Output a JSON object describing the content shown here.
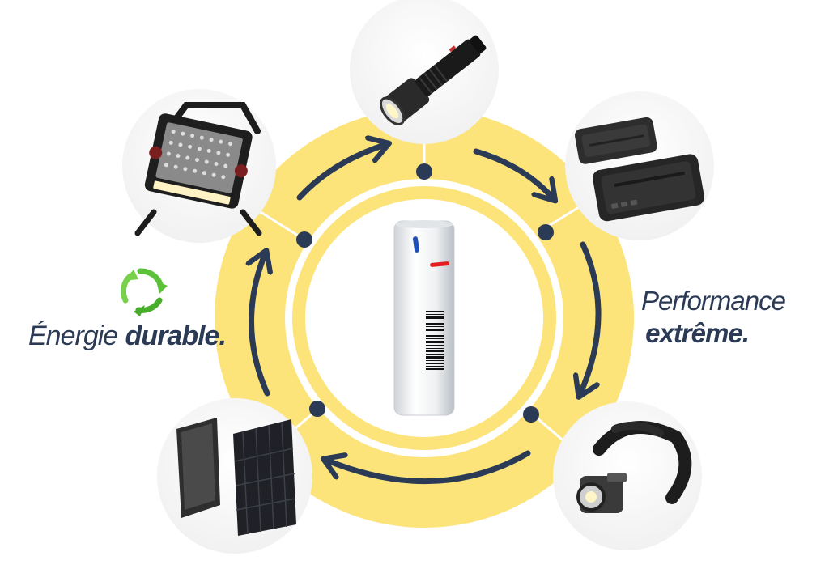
{
  "captions": {
    "left": {
      "light": "Énergie",
      "bold": "durable."
    },
    "right": {
      "light": "Performance",
      "bold": "extrême."
    }
  },
  "colors": {
    "ring": "#fce37a",
    "arrow": "#2b3a55",
    "text": "#2b3a55",
    "recycle": "#5cc23a",
    "battery_mark_blue": "#1f4fb5",
    "battery_mark_red": "#e02020"
  },
  "cycle": {
    "direction": "clockwise",
    "center": "battery-cell",
    "nodes": [
      {
        "icon": "flashlight-icon"
      },
      {
        "icon": "power-bank-icon"
      },
      {
        "icon": "headlamp-icon"
      },
      {
        "icon": "solar-panel-icon"
      },
      {
        "icon": "work-light-icon"
      }
    ]
  },
  "decor": {
    "recycle": "recycle-icon"
  }
}
